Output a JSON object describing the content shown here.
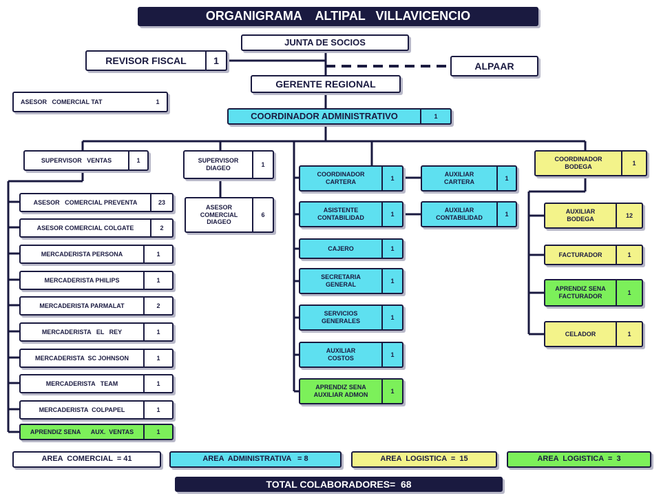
{
  "title": "ORGANIGRAMA    ALTIPAL   VILLAVICENCIO",
  "top": {
    "junta": "JUNTA DE SOCIOS",
    "revisor": {
      "label": "REVISOR FISCAL",
      "count": "1"
    },
    "alpaar": "ALPAAR",
    "gerente": "GERENTE  REGIONAL",
    "asesor_tat": {
      "label": "ASESOR   COMERCIAL TAT",
      "count": "1"
    },
    "coordinador_admin": {
      "label": "COORDINADOR ADMINISTRATIVO",
      "count": "1"
    }
  },
  "ventas": {
    "supervisor": {
      "label": "SUPERVISOR   VENTAS",
      "count": "1"
    },
    "items": [
      {
        "label": "ASESOR   COMERCIAL PREVENTA",
        "count": "23"
      },
      {
        "label": "ASESOR COMERCIAL COLGATE",
        "count": "2"
      },
      {
        "label": "MERCADERISTA PERSONA",
        "count": "1"
      },
      {
        "label": "MERCADERISTA PHILIPS",
        "count": "1"
      },
      {
        "label": "MERCADERISTA PARMALAT",
        "count": "2"
      },
      {
        "label": "MERCADERISTA   EL   REY",
        "count": "1"
      },
      {
        "label": "MERCADERISTA  SC JOHNSON",
        "count": "1"
      },
      {
        "label": "MERCADERISTA   TEAM",
        "count": "1"
      },
      {
        "label": "MERCADERISTA  COLPAPEL",
        "count": "1"
      },
      {
        "label": "APRENDIZ SENA      AUX.  VENTAS",
        "count": "1"
      }
    ]
  },
  "diageo": {
    "supervisor": {
      "label": "SUPERVISOR\nDIAGEO",
      "count": "1"
    },
    "asesor": {
      "label": "ASESOR\nCOMERCIAL\nDIAGEO",
      "count": "6"
    }
  },
  "admin": {
    "items": [
      {
        "label": "COORDINADOR\nCARTERA",
        "count": "1"
      },
      {
        "label": "ASISTENTE\nCONTABILIDAD",
        "count": "1"
      },
      {
        "label": "CAJERO",
        "count": "1"
      },
      {
        "label": "SECRETARIA\nGENERAL",
        "count": "1"
      },
      {
        "label": "SERVICIOS\nGENERALES",
        "count": "1"
      },
      {
        "label": "AUXILIAR\nCOSTOS",
        "count": "1"
      },
      {
        "label": "APRENDIZ   SENA\nAUXILIAR ADMON",
        "count": "1"
      }
    ],
    "aux_cartera": {
      "label": "AUXILIAR\nCARTERA",
      "count": "1"
    },
    "aux_contabilidad": {
      "label": "AUXILIAR\nCONTABILIDAD",
      "count": "1"
    }
  },
  "bodega": {
    "coordinador": {
      "label": "COORDINADOR\nBODEGA",
      "count": "1"
    },
    "items": [
      {
        "label": "AUXILIAR\nBODEGA",
        "count": "12"
      },
      {
        "label": "FACTURADOR",
        "count": "1"
      },
      {
        "label": "APRENDIZ SENA\nFACTURADOR",
        "count": "1"
      },
      {
        "label": "CELADOR",
        "count": "1"
      }
    ]
  },
  "summary": [
    "AREA  COMERCIAL  = 41",
    "AREA  ADMINISTRATIVA   = 8",
    "AREA  LOGISTICA  =  15",
    "AREA  LOGISTICA  =  3"
  ],
  "total": "TOTAL COLABORADORES=  68",
  "colors": {
    "dark": "#1a1a40",
    "admin_blue": "#5ee0f0",
    "logistics_yellow": "#f3f38a",
    "apprentice_green": "#7cf05a"
  }
}
